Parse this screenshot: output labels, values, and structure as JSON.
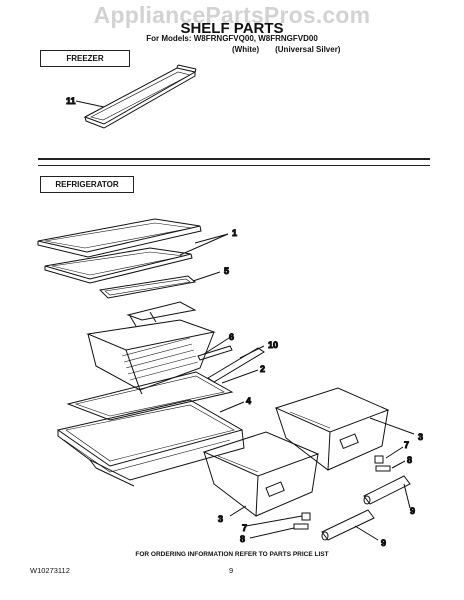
{
  "watermark": "AppliancePartsPros.com",
  "title": "SHELF PARTS",
  "models_line": "For Models: W8FRNGFVQ00, W8FRNGFVD00",
  "colors": [
    "(White)",
    "(Universal Silver)"
  ],
  "sections": {
    "freezer": "FREEZER",
    "refrigerator": "REFRIGERATOR"
  },
  "callouts": {
    "c11": "11",
    "c1": "1",
    "c5": "5",
    "c6": "6",
    "c10": "10",
    "c2": "2",
    "c4": "4",
    "c3a": "3",
    "c7a": "7",
    "c8a": "8",
    "c9a": "9",
    "c3b": "3",
    "c7b": "7",
    "c8b": "8",
    "c9b": "9"
  },
  "footer": {
    "ordering": "FOR ORDERING INFORMATION REFER TO PARTS PRICE LIST",
    "doc_number": "W10273112",
    "page": "9"
  }
}
